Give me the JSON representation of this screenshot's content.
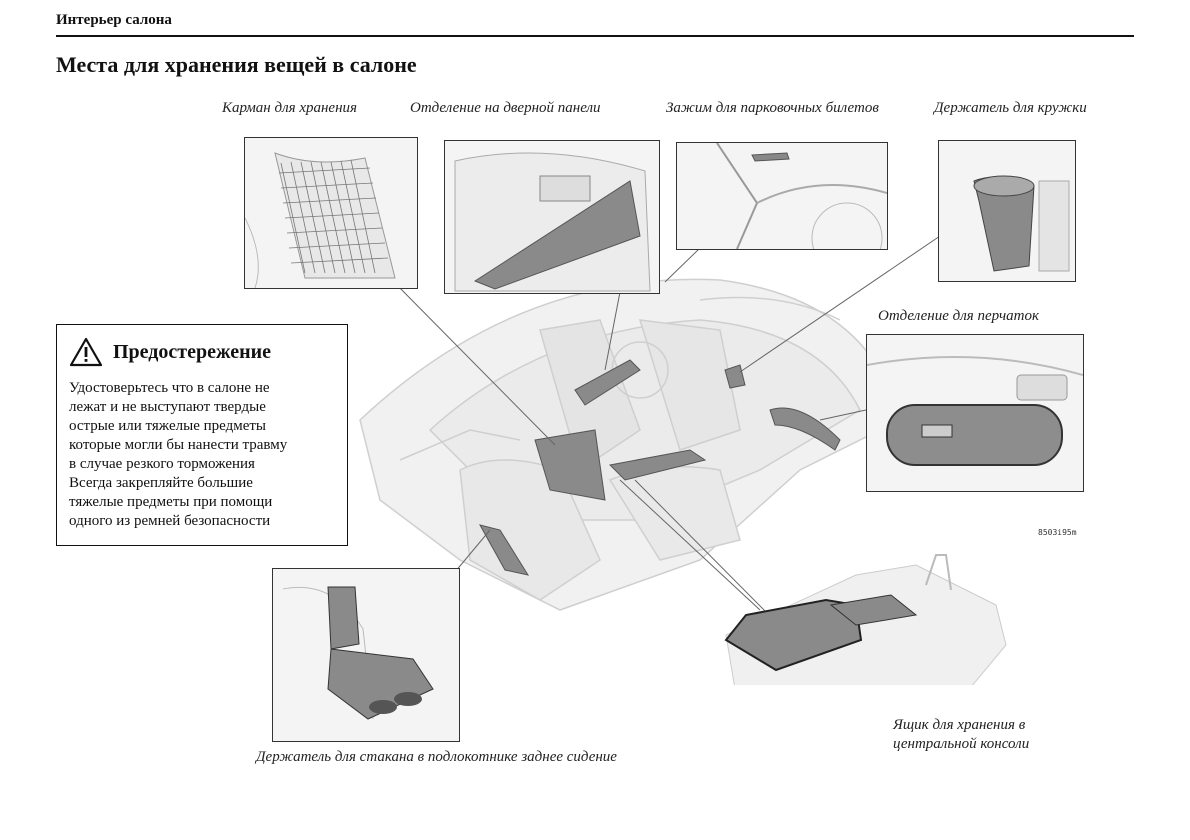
{
  "header": {
    "section": "Интерьер салона",
    "title": "Места для хранения вещей в салоне"
  },
  "captions": {
    "storage_pocket": "Карман для хранения",
    "door_panel": "Отделение на дверной панели",
    "ticket_clip": "Зажим для парковочных билетов",
    "cup_holder": "Держатель для кружки",
    "glovebox": "Отделение для перчаток",
    "rear_armrest": "Держатель для стакана в подлокотнике  заднее сидение",
    "console_box_line1": "Ящик для хранения в",
    "console_box_line2": "центральной консоли"
  },
  "warning": {
    "title": "Предостережение",
    "lines": [
      "Удостоверьтесь  что в салоне не",
      "лежат и не выступают твердые",
      "острые или тяжелые предметы",
      "которые могли бы нанести травму",
      "в случае резкого торможения",
      "Всегда закрепляйте большие",
      "тяжелые предметы при помощи",
      "одного из ремней безопасности"
    ]
  },
  "figure_code": "8503i95m"
}
